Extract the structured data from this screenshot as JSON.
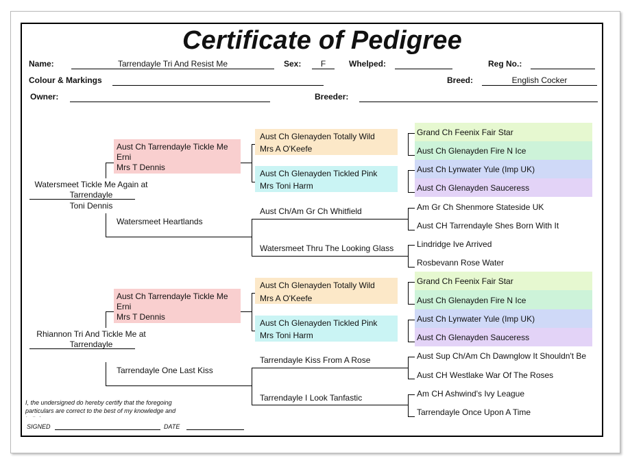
{
  "title": "Certificate of Pedigree",
  "header": {
    "name_label": "Name:",
    "name_value": "Tarrendayle Tri And Resist Me",
    "sex_label": "Sex:",
    "sex_value": "F",
    "whelped_label": "Whelped:",
    "whelped_value": "",
    "reg_label": "Reg No.:",
    "reg_value": "",
    "colour_label": "Colour & Markings",
    "colour_value": "",
    "breed_label": "Breed:",
    "breed_value": "English Cocker",
    "owner_label": "Owner:",
    "owner_value": "",
    "breeder_label": "Breeder:",
    "breeder_value": ""
  },
  "sire": {
    "name_line1": "Watersmeet Tickle Me Again at",
    "name_line2": "Tarrendayle",
    "owner": "Toni Dennis",
    "sire": {
      "name": "Aust Ch Tarrendayle Tickle Me Erni",
      "owner": "Mrs T Dennis",
      "sire": {
        "name": "Aust Ch Glenayden Totally Wild",
        "owner": "Mrs A O'Keefe",
        "sire": "Grand Ch Feenix Fair Star",
        "dam": "Aust Ch Glenayden Fire N Ice"
      },
      "dam": {
        "name": "Aust Ch Glenayden Tickled Pink",
        "owner": "Mrs Toni Harm",
        "sire": "Aust Ch Lynwater Yule (Imp UK)",
        "dam": "Aust Ch Glenayden Sauceress"
      }
    },
    "dam": {
      "name": "Watersmeet Heartlands",
      "sire": {
        "name": "Aust Ch/Am Gr Ch Whitfield",
        "sire": "Am Gr Ch Shenmore Stateside UK",
        "dam": "Aust CH Tarrendayle Shes Born With It"
      },
      "dam": {
        "name": "Watersmeet Thru The Looking Glass",
        "sire": "Lindridge Ive Arrived",
        "dam": "Rosbevann Rose Water"
      }
    }
  },
  "dam": {
    "name_line1": "Rhiannon Tri And Tickle Me at",
    "name_line2": "Tarrendayle",
    "sire": {
      "name": "Aust Ch Tarrendayle Tickle Me Erni",
      "owner": "Mrs T Dennis",
      "sire": {
        "name": "Aust Ch Glenayden Totally Wild",
        "owner": "Mrs A O'Keefe",
        "sire": "Grand Ch Feenix Fair Star",
        "dam": "Aust Ch Glenayden Fire N Ice"
      },
      "dam": {
        "name": "Aust Ch Glenayden Tickled Pink",
        "owner": "Mrs Toni Harm",
        "sire": "Aust Ch Lynwater Yule (Imp UK)",
        "dam": "Aust Ch Glenayden Sauceress"
      }
    },
    "dam": {
      "name": "Tarrendayle One Last Kiss",
      "sire": {
        "name": "Tarrendayle Kiss From A Rose",
        "sire": "Aust Sup Ch/Am Ch Dawnglow It Shouldn't Be",
        "dam": "Aust CH Westlake War Of The Roses"
      },
      "dam": {
        "name": "Tarrendayle I Look Tanfastic",
        "sire": "Am CH Ashwind's Ivy League",
        "dam": "Tarrendayle Once Upon A Time"
      }
    }
  },
  "certification": {
    "text": "I, the undersigned do hereby certify that the foregoing particulars are correct to the best of my knowledge and belief",
    "signed_label": "SIGNED",
    "date_label": "DATE"
  },
  "colors": {
    "pink": "#f9cfcf",
    "peach": "#fce8c8",
    "cyan": "#caf4f4",
    "light_green": "#e6f8d0",
    "mint": "#cdf3d9",
    "blue": "#cfd9f7",
    "lavender": "#e3d3f7"
  }
}
